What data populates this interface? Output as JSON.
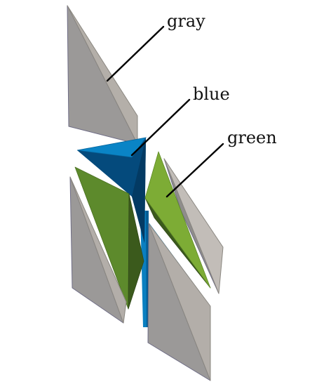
{
  "labels": {
    "gray": "gray",
    "blue": "blue",
    "green": "green"
  },
  "colors": {
    "gray_front": "#9b9998",
    "gray_side": "#b3aea9",
    "gray_light": "#c2bdb8",
    "gray_edge": "#6f6d86",
    "blue_top": "#0a84c6",
    "blue_side": "#044a7c",
    "blue_dark": "#033a63",
    "green_front": "#5d8a2c",
    "green_bright": "#7dac35",
    "green_dark": "#3b5a1c"
  }
}
